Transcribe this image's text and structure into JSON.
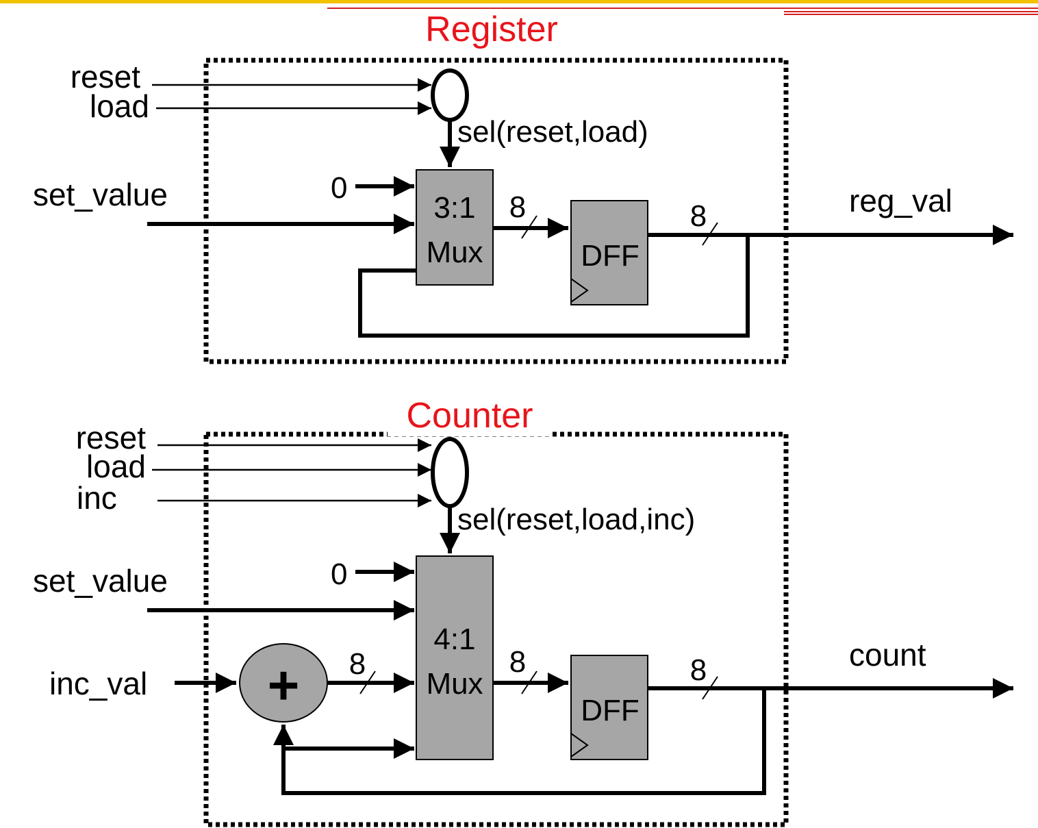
{
  "colors": {
    "title": "#e8141b",
    "block_fill": "#a6a6a6",
    "wire": "#000000",
    "header_rule": "#d42020"
  },
  "register": {
    "title": "Register",
    "inputs": {
      "reset": "reset",
      "load": "load",
      "set_value": "set_value",
      "zero": "0"
    },
    "select_label": "sel(reset,load)",
    "mux_ratio": "3:1",
    "mux_name": "Mux",
    "dff_label": "DFF",
    "bus_width_mux_out": "8",
    "bus_width_dff_out": "8",
    "output": "reg_val"
  },
  "counter": {
    "title": "Counter",
    "inputs": {
      "reset": "reset",
      "load": "load",
      "inc": "inc",
      "set_value": "set_value",
      "zero": "0",
      "inc_val": "inc_val"
    },
    "select_label": "sel(reset,load,inc)",
    "mux_ratio": "4:1",
    "mux_name": "Mux",
    "adder_symbol": "+",
    "dff_label": "DFF",
    "bus_width_adder_out": "8",
    "bus_width_mux_out": "8",
    "bus_width_dff_out": "8",
    "output": "count"
  }
}
